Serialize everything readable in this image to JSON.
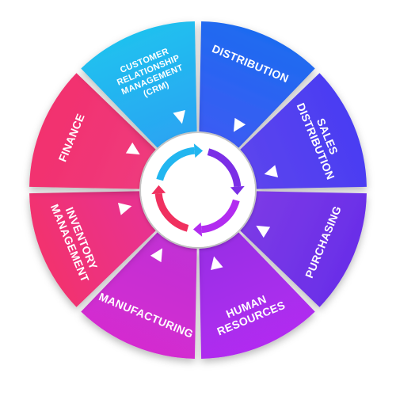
{
  "diagram": {
    "segments": [
      {
        "id": "distribution",
        "lines": [
          "DISTRIBUTION"
        ],
        "color_outer": "#1e6bf0",
        "color_inner": "#3a5cf3"
      },
      {
        "id": "sales-distribution",
        "lines": [
          "SALES",
          "DISTRIBUTION"
        ],
        "color_outer": "#4a3df2",
        "color_inner": "#5b44ee"
      },
      {
        "id": "purchasing",
        "lines": [
          "PURCHASING"
        ],
        "color_outer": "#6a2ee8",
        "color_inner": "#7b3ae6"
      },
      {
        "id": "human-resources",
        "lines": [
          "HUMAN",
          "RESOURCES"
        ],
        "color_outer": "#b12cf0",
        "color_inner": "#9a2fe6"
      },
      {
        "id": "manufacturing",
        "lines": [
          "MANUFACTURING"
        ],
        "color_outer": "#d42cd0",
        "color_inner": "#c230d4"
      },
      {
        "id": "inventory-management",
        "lines": [
          "INVENTORY",
          "MANAGEMENT"
        ],
        "color_outer": "#f2306e",
        "color_inner": "#e83090"
      },
      {
        "id": "finance",
        "lines": [
          "FINANCE"
        ],
        "color_outer": "#f2306e",
        "color_inner": "#ef3a7c"
      },
      {
        "id": "crm",
        "lines": [
          "CUSTOMER",
          "RELATIONSHIP",
          "MANAGEMENT",
          "(CRM)"
        ],
        "color_outer": "#1fc0ef",
        "color_inner": "#2aa6f2"
      }
    ],
    "ring_colors": [
      "#7b2fe6",
      "#b22cf0",
      "#f0305f",
      "#22b6f0"
    ]
  }
}
